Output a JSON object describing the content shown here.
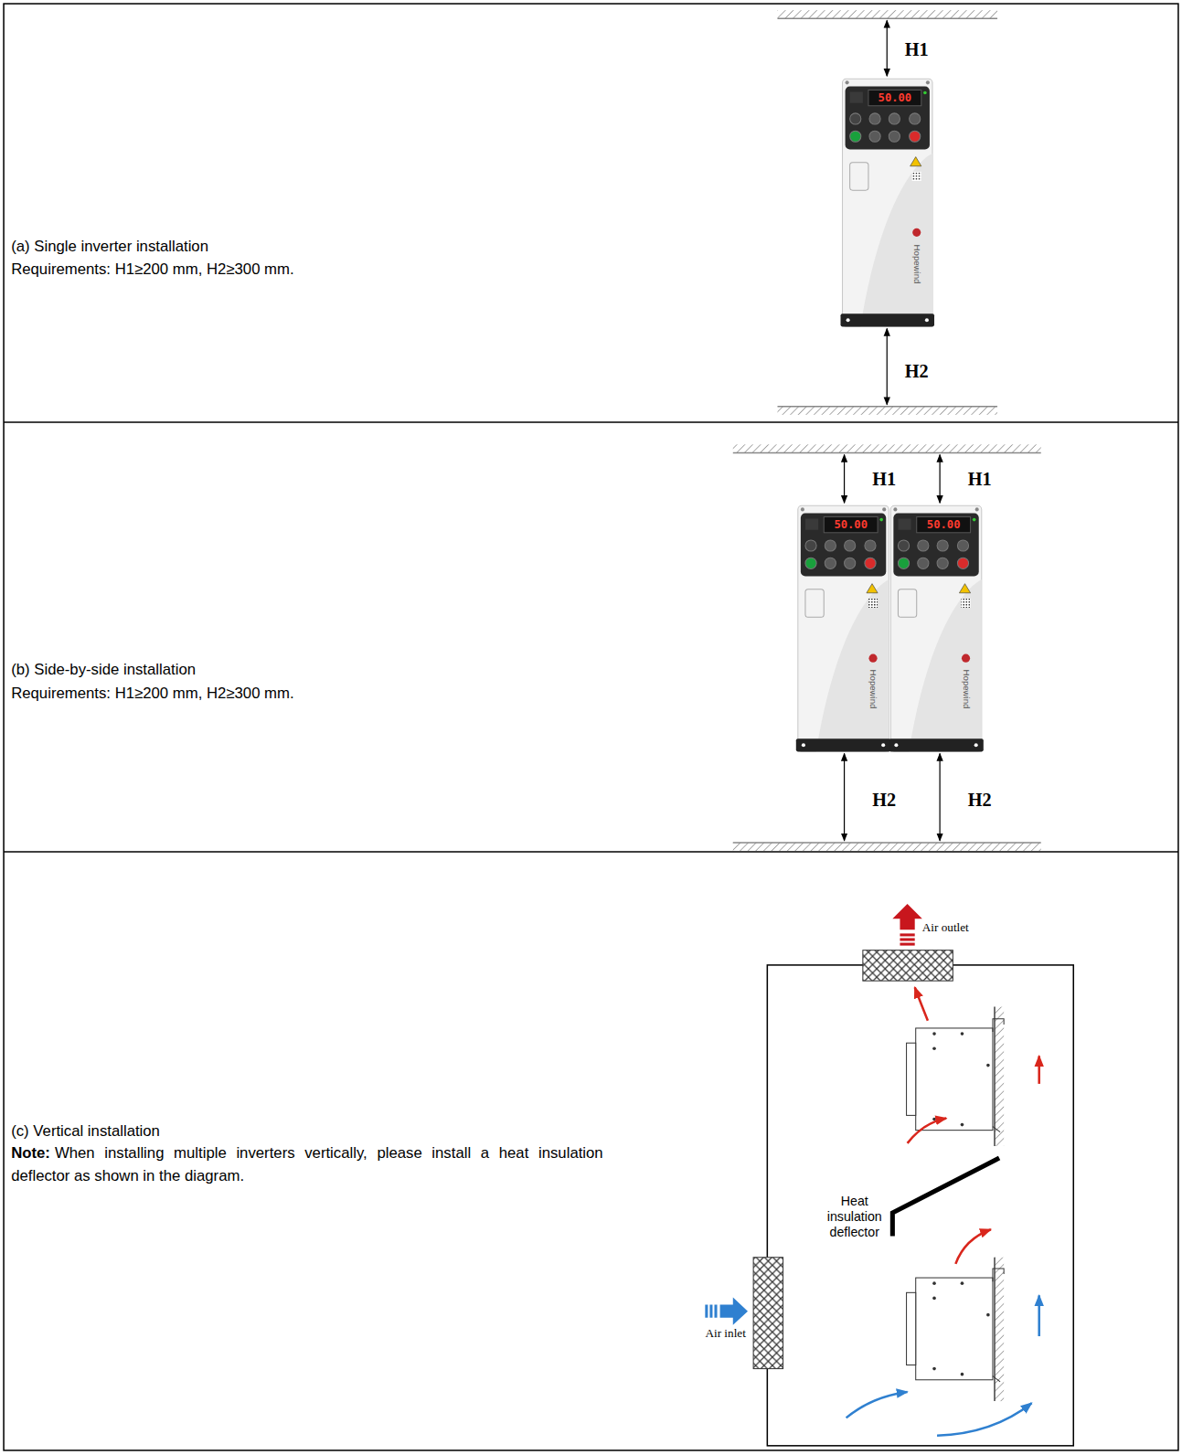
{
  "diagram": {
    "labels": [
      "(a) Single inverter installation",
      "Requirements: H1≥200 mm, H2≥300 mm.",
      "H1",
      "50.00",
      "Hopewind",
      "H2",
      "(b) Side-by-side installation",
      "Requirements: H1≥200 mm, H2≥300 mm.",
      "H1",
      "H1",
      "50.00",
      "Hopewind",
      "50.00",
      "Hopewind",
      "H2",
      "H2",
      "(c) Vertical installation",
      "Note:",
      "When installing multiple inverters vertically, please install a heat insulation deflector as shown in the diagram.",
      "Air outlet",
      "Heat insulation deflector",
      "Air inlet"
    ]
  }
}
